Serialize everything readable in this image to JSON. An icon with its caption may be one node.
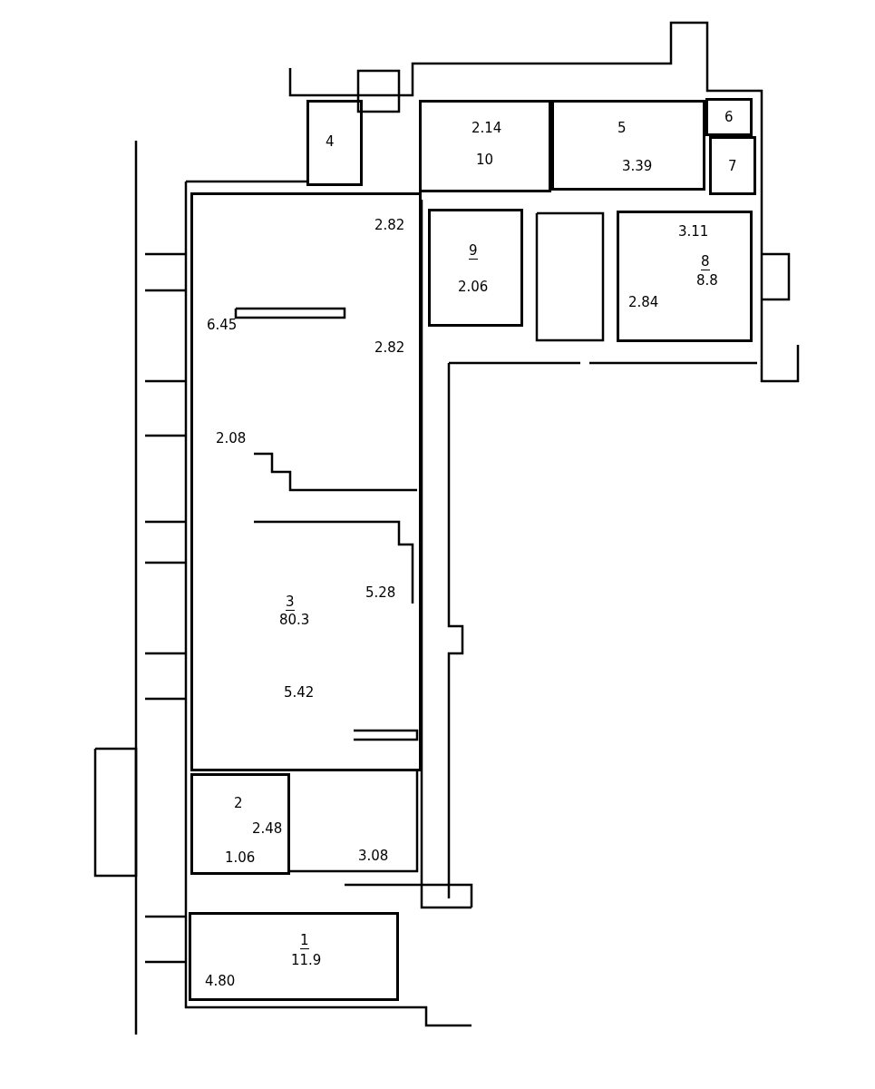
{
  "diagram": {
    "nodes": [
      {
        "text": [
          "4"
        ]
      },
      {
        "text": [
          "2.14",
          "10"
        ]
      },
      {
        "text": [
          "5",
          "3.39"
        ]
      },
      {
        "text": [
          "6"
        ]
      },
      {
        "text": [
          "7"
        ]
      },
      {
        "text": [
          "9",
          "2.06"
        ]
      },
      {
        "text": [
          "3.11",
          "8",
          "8.8",
          "2.84"
        ]
      },
      {
        "text": [
          "2.82",
          "6.45",
          "2.82",
          "2.08",
          "5.28",
          "3",
          "80.3",
          "5.42"
        ]
      },
      {
        "text": [
          "2",
          "2.48",
          "1.06"
        ]
      },
      {
        "text": [
          "1",
          "11.9",
          "4.80"
        ]
      }
    ],
    "labels": [
      "3.08"
    ]
  }
}
